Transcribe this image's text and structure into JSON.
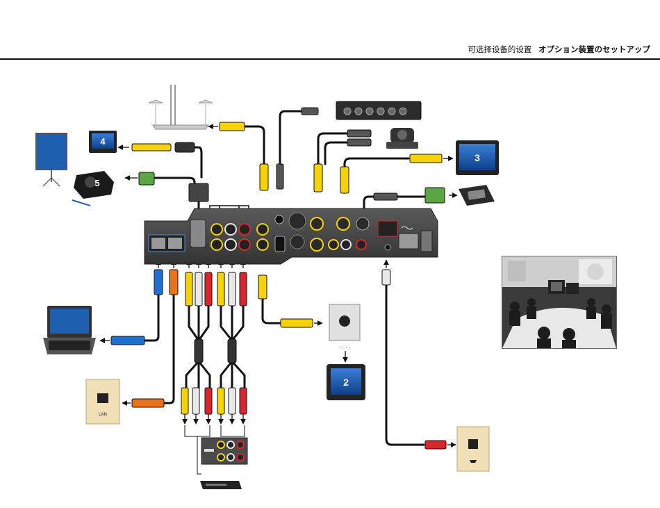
{
  "header": {
    "title_zh": "可选择设备的设置",
    "title_ja": "オプション装置のセットアップ"
  },
  "monitors": {
    "monitor_2": "2",
    "monitor_3": "3",
    "monitor_4": "4",
    "projector_5": "5"
  },
  "labels": {
    "lan_wall_jack": "LAN",
    "dots": ". . . ."
  },
  "colors": {
    "cable": "#111111",
    "yellow": "#f5d20a",
    "white": "#e8e8e8",
    "red": "#d8262c",
    "blue": "#1e6fd0",
    "orange": "#e8731a",
    "green": "#6ab04c",
    "screen_blue": "#1e5fb0",
    "panel": "#4a4a4a"
  }
}
